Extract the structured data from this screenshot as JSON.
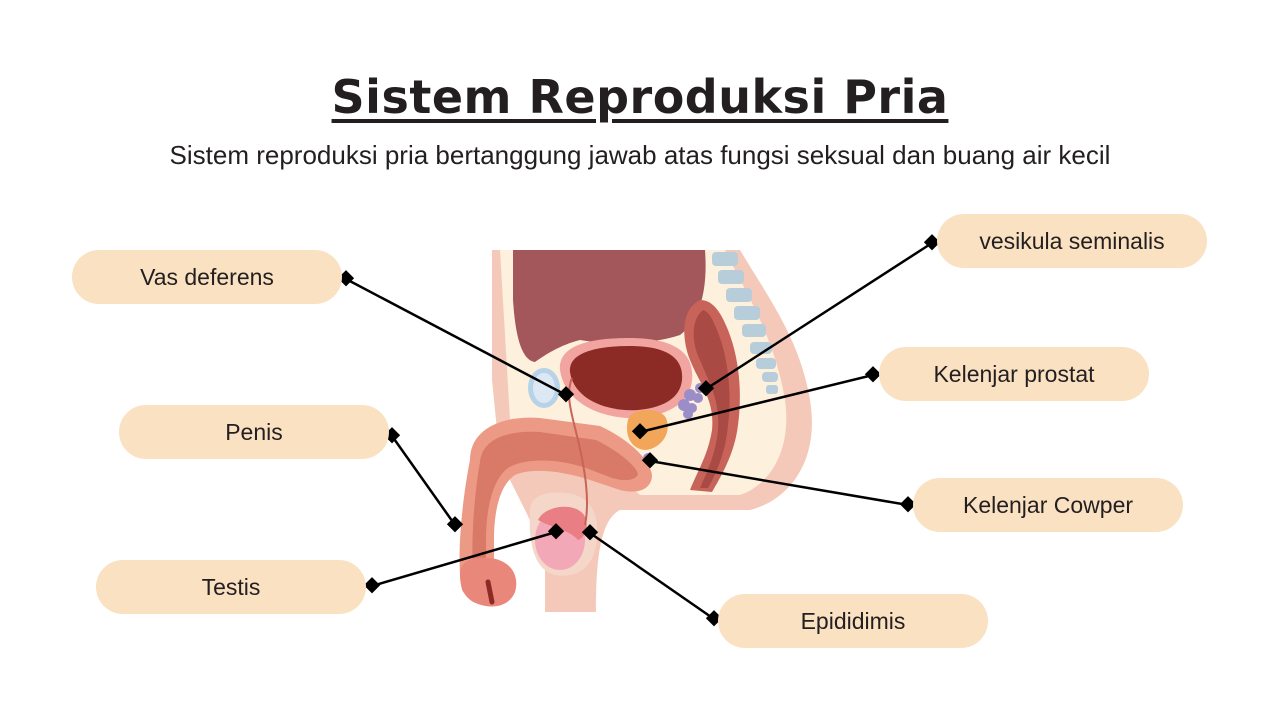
{
  "title": "Sistem Reproduksi Pria",
  "subtitle": "Sistem reproduksi pria bertanggung jawab atas fungsi seksual dan buang air kecil",
  "labels": {
    "vas_deferens": "Vas deferens",
    "penis": "Penis",
    "testis": "Testis",
    "vesikula_seminalis": "vesikula seminalis",
    "kelenjar_prostat": "Kelenjar prostat",
    "kelenjar_cowper": "Kelenjar Cowper",
    "epididimis": "Epididimis"
  },
  "colors": {
    "label_background": "#fae1c2",
    "line": "#000000",
    "skin": "#f0b8a6",
    "bladder": "#8c2a25",
    "prostate": "#f2a65a",
    "organ_dark": "#a4575a"
  }
}
